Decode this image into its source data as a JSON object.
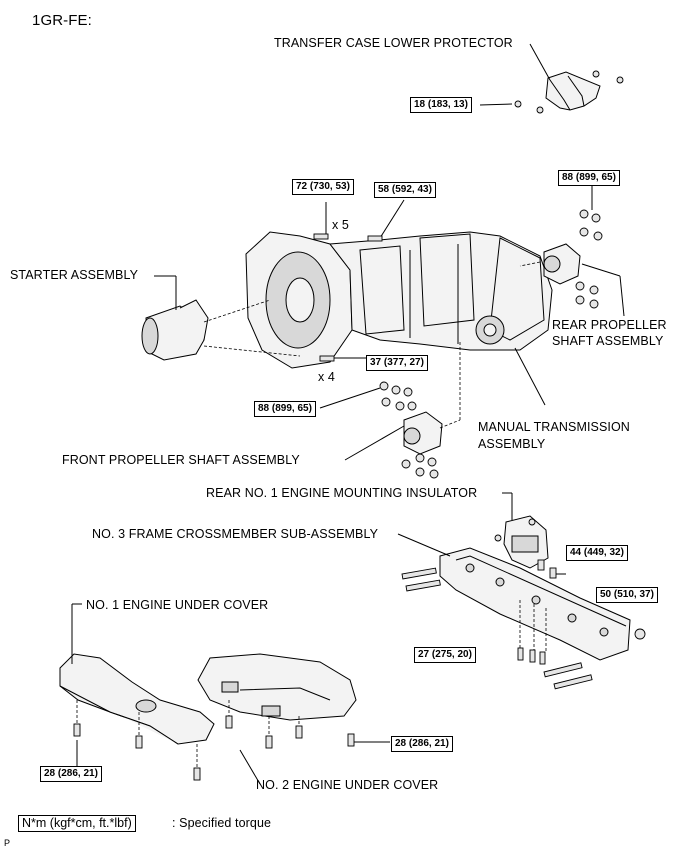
{
  "header": {
    "engine_code": "1GR-FE:"
  },
  "labels": {
    "transfer_case_lower_protector": "TRANSFER CASE LOWER PROTECTOR",
    "starter_assembly": "STARTER ASSEMBLY",
    "rear_propeller_shaft_line1": "REAR PROPELLER",
    "rear_propeller_shaft_line2": "SHAFT ASSEMBLY",
    "manual_transmission_line1": "MANUAL TRANSMISSION",
    "manual_transmission_line2": "ASSEMBLY",
    "front_propeller_shaft": "FRONT PROPELLER SHAFT ASSEMBLY",
    "rear_engine_mounting_insulator": "REAR NO. 1 ENGINE MOUNTING INSULATOR",
    "frame_crossmember": "NO. 3 FRAME CROSSMEMBER SUB-ASSEMBLY",
    "engine_under_cover_1": "NO. 1 ENGINE UNDER COVER",
    "engine_under_cover_2": "NO. 2 ENGINE UNDER COVER"
  },
  "quantities": {
    "x5": "x 5",
    "x4": "x 4"
  },
  "torques": {
    "t18": "18 (183, 13)",
    "t72": "72 (730, 53)",
    "t58": "58 (592, 43)",
    "t88_rear": "88 (899, 65)",
    "t37": "37 (377, 27)",
    "t88_front": "88 (899, 65)",
    "t44": "44 (449, 32)",
    "t50": "50 (510, 37)",
    "t27": "27 (275, 20)",
    "t28_left": "28 (286, 21)",
    "t28_right": "28 (286, 21)"
  },
  "legend": {
    "unit_box": "N*m (kgf*cm, ft.*lbf)",
    "description": ": Specified torque"
  },
  "footer": {
    "code": "P"
  }
}
